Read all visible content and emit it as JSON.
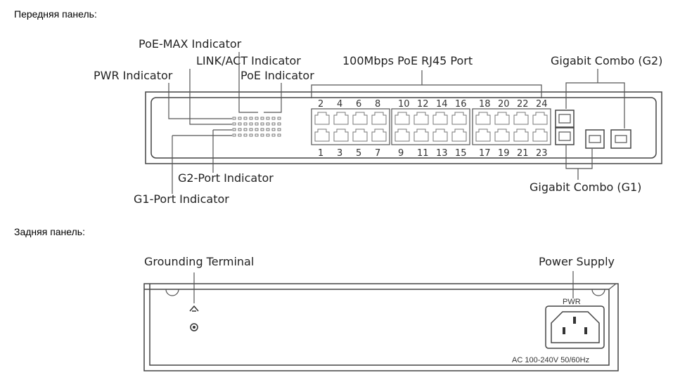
{
  "front": {
    "caption": "Передняя панель:",
    "labels": {
      "poe_max": "PoE-MAX Indicator",
      "link_act": "LINK/ACT Indicator",
      "pwr": "PWR Indicator",
      "poe": "PoE Indicator",
      "rj45": "100Mbps PoE RJ45 Port",
      "combo_g2": "Gigabit Combo (G2)",
      "g2_port": "G2-Port Indicator",
      "g1_port": "G1-Port Indicator",
      "combo_g1": "Gigabit Combo (G1)"
    },
    "top_ports": [
      "2",
      "4",
      "6",
      "8",
      "10",
      "12",
      "14",
      "16",
      "18",
      "20",
      "22",
      "24"
    ],
    "bottom_ports": [
      "1",
      "3",
      "5",
      "7",
      "9",
      "11",
      "13",
      "15",
      "17",
      "19",
      "21",
      "23"
    ]
  },
  "back": {
    "caption": "Задняя панель:",
    "labels": {
      "grounding": "Grounding Terminal",
      "power_supply": "Power Supply",
      "pwr": "PWR",
      "ac_rating": "AC 100-240V 50/60Hz"
    }
  }
}
